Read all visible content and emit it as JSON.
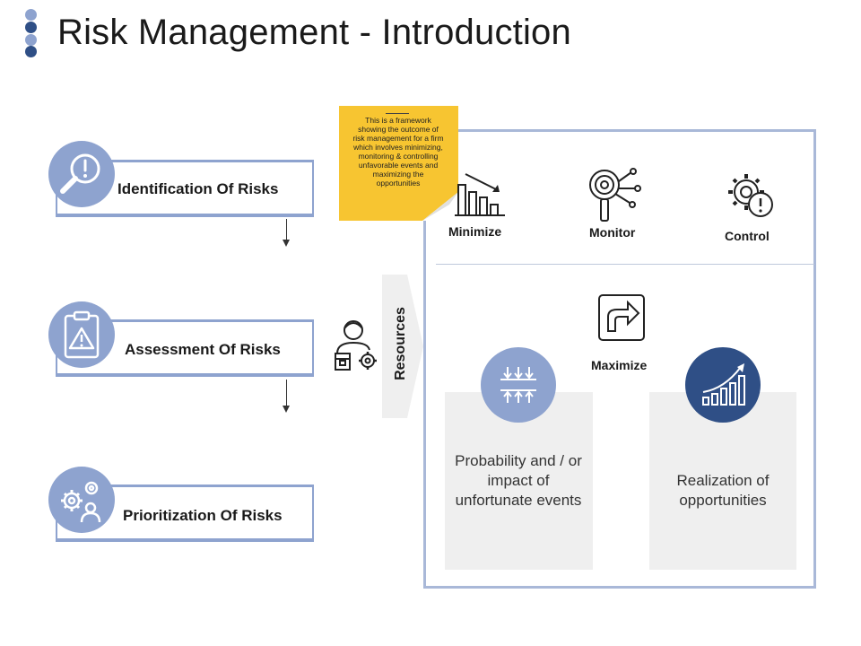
{
  "slide": {
    "title": "Risk Management - Introduction",
    "colors": {
      "accent_light": "#8ea3cf",
      "accent_dark": "#2f4f86",
      "note_yellow": "#f7c531",
      "card_gray": "#efefef"
    }
  },
  "steps": [
    {
      "label": "Identification Of Risks",
      "icon": "magnifier-alert-icon"
    },
    {
      "label": "Assessment Of Risks",
      "icon": "clipboard-warning-icon"
    },
    {
      "label": "Prioritization Of Risks",
      "icon": "gears-person-icon"
    }
  ],
  "resources": {
    "label": "Resources",
    "icon": "worker-gear-icon"
  },
  "note": {
    "text": "This is a framework showing the outcome of risk management for a firm which involves minimizing, monitoring & controlling unfavorable events and maximizing the opportunities"
  },
  "actions": [
    {
      "label": "Minimize",
      "icon": "declining-bars-icon"
    },
    {
      "label": "Monitor",
      "icon": "magnifier-network-icon"
    },
    {
      "label": "Control",
      "icon": "gear-alert-icon"
    },
    {
      "label": "Maximize",
      "icon": "expand-arrow-icon"
    }
  ],
  "outcomes": [
    {
      "text": "Probability and / or impact of unfortunate events",
      "icon": "compress-arrows-icon"
    },
    {
      "text": "Realization of opportunities",
      "icon": "growth-chart-icon"
    }
  ]
}
